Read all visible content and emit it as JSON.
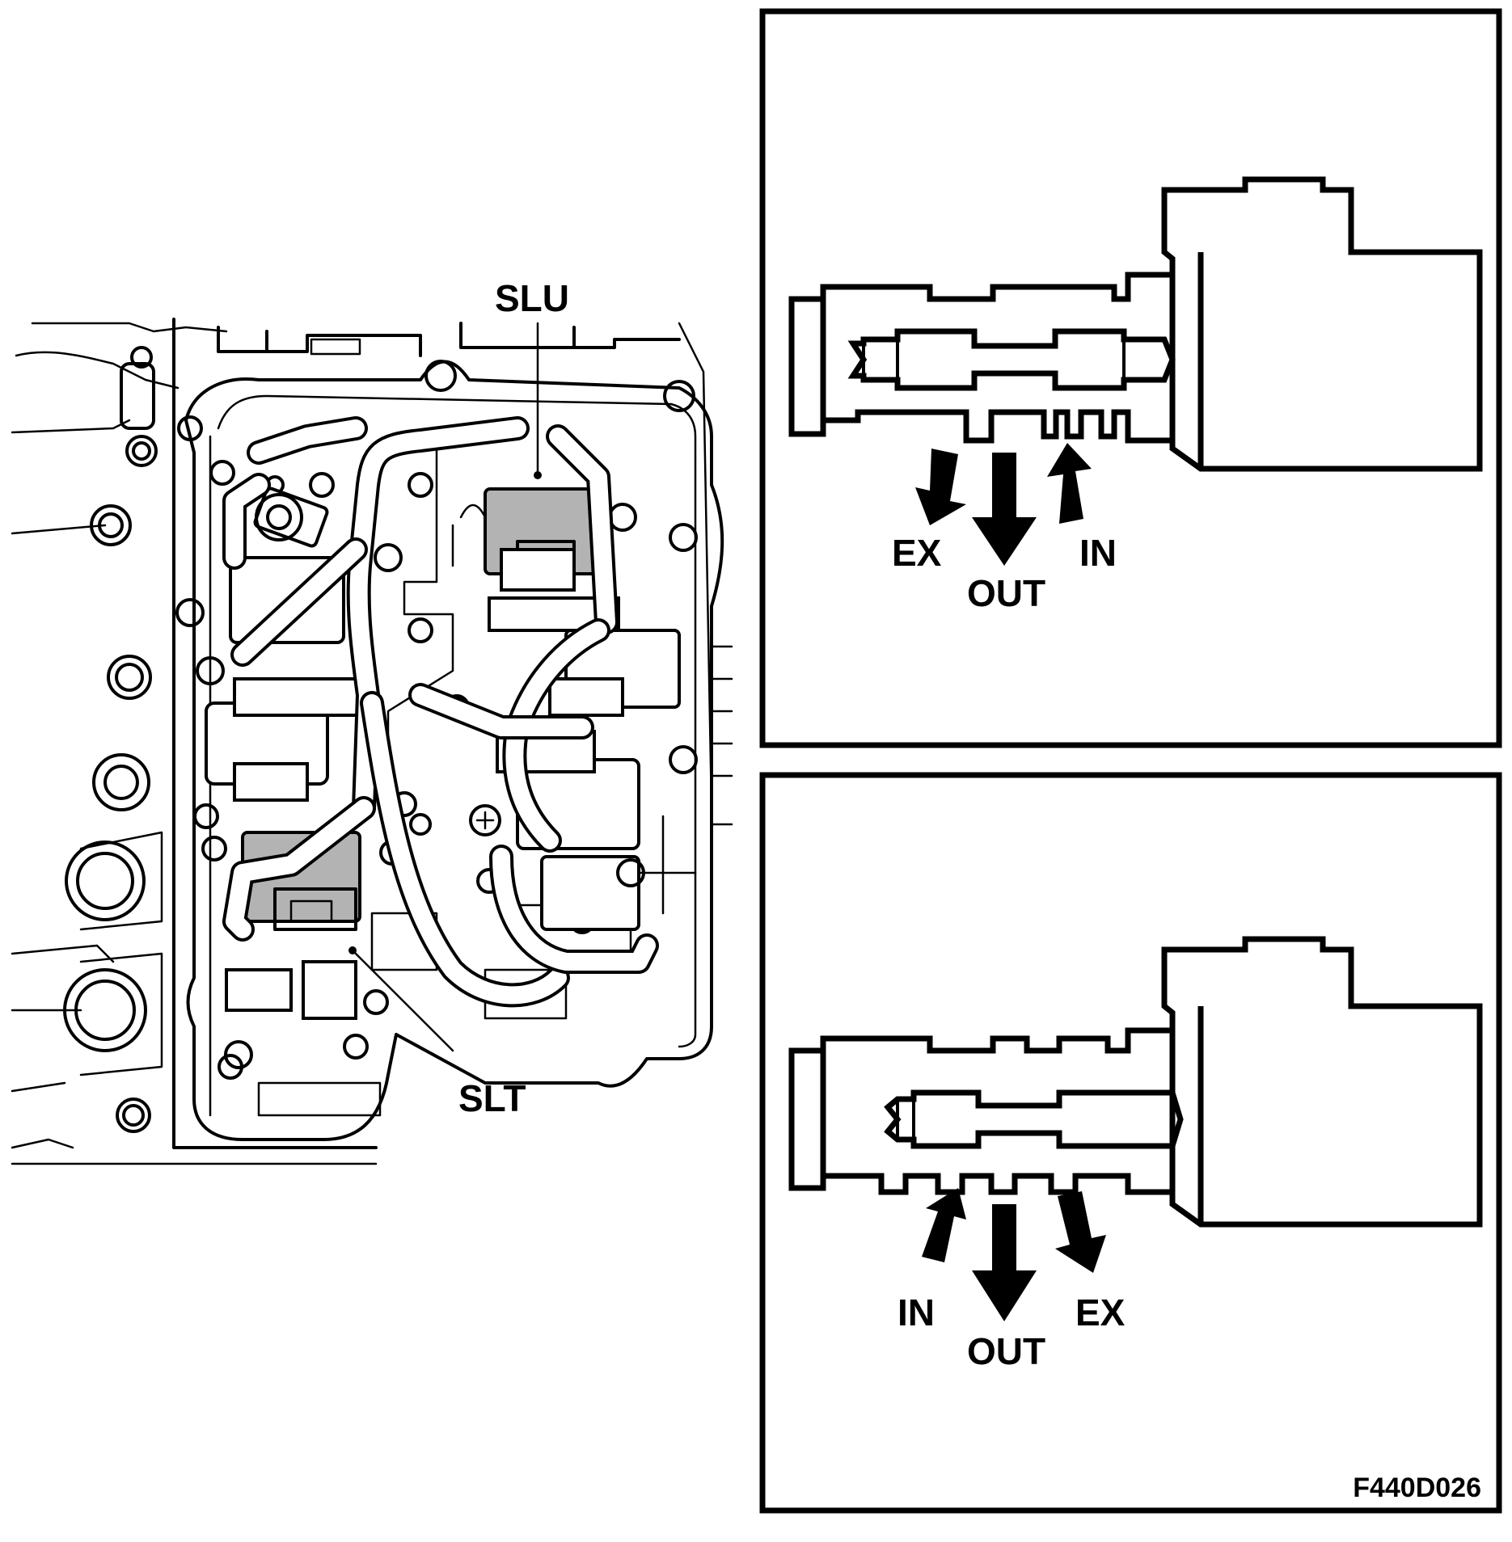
{
  "labels": {
    "slu": "SLU",
    "slt": "SLT"
  },
  "top_panel": {
    "ports": {
      "ex": "EX",
      "out": "OUT",
      "in": "IN"
    }
  },
  "bottom_panel": {
    "ports": {
      "in": "IN",
      "out": "OUT",
      "ex": "EX"
    }
  },
  "figure_code": "F440D026",
  "colors": {
    "line": "#000000",
    "highlight_fill": "#b3b3b3",
    "background": "#ffffff"
  }
}
